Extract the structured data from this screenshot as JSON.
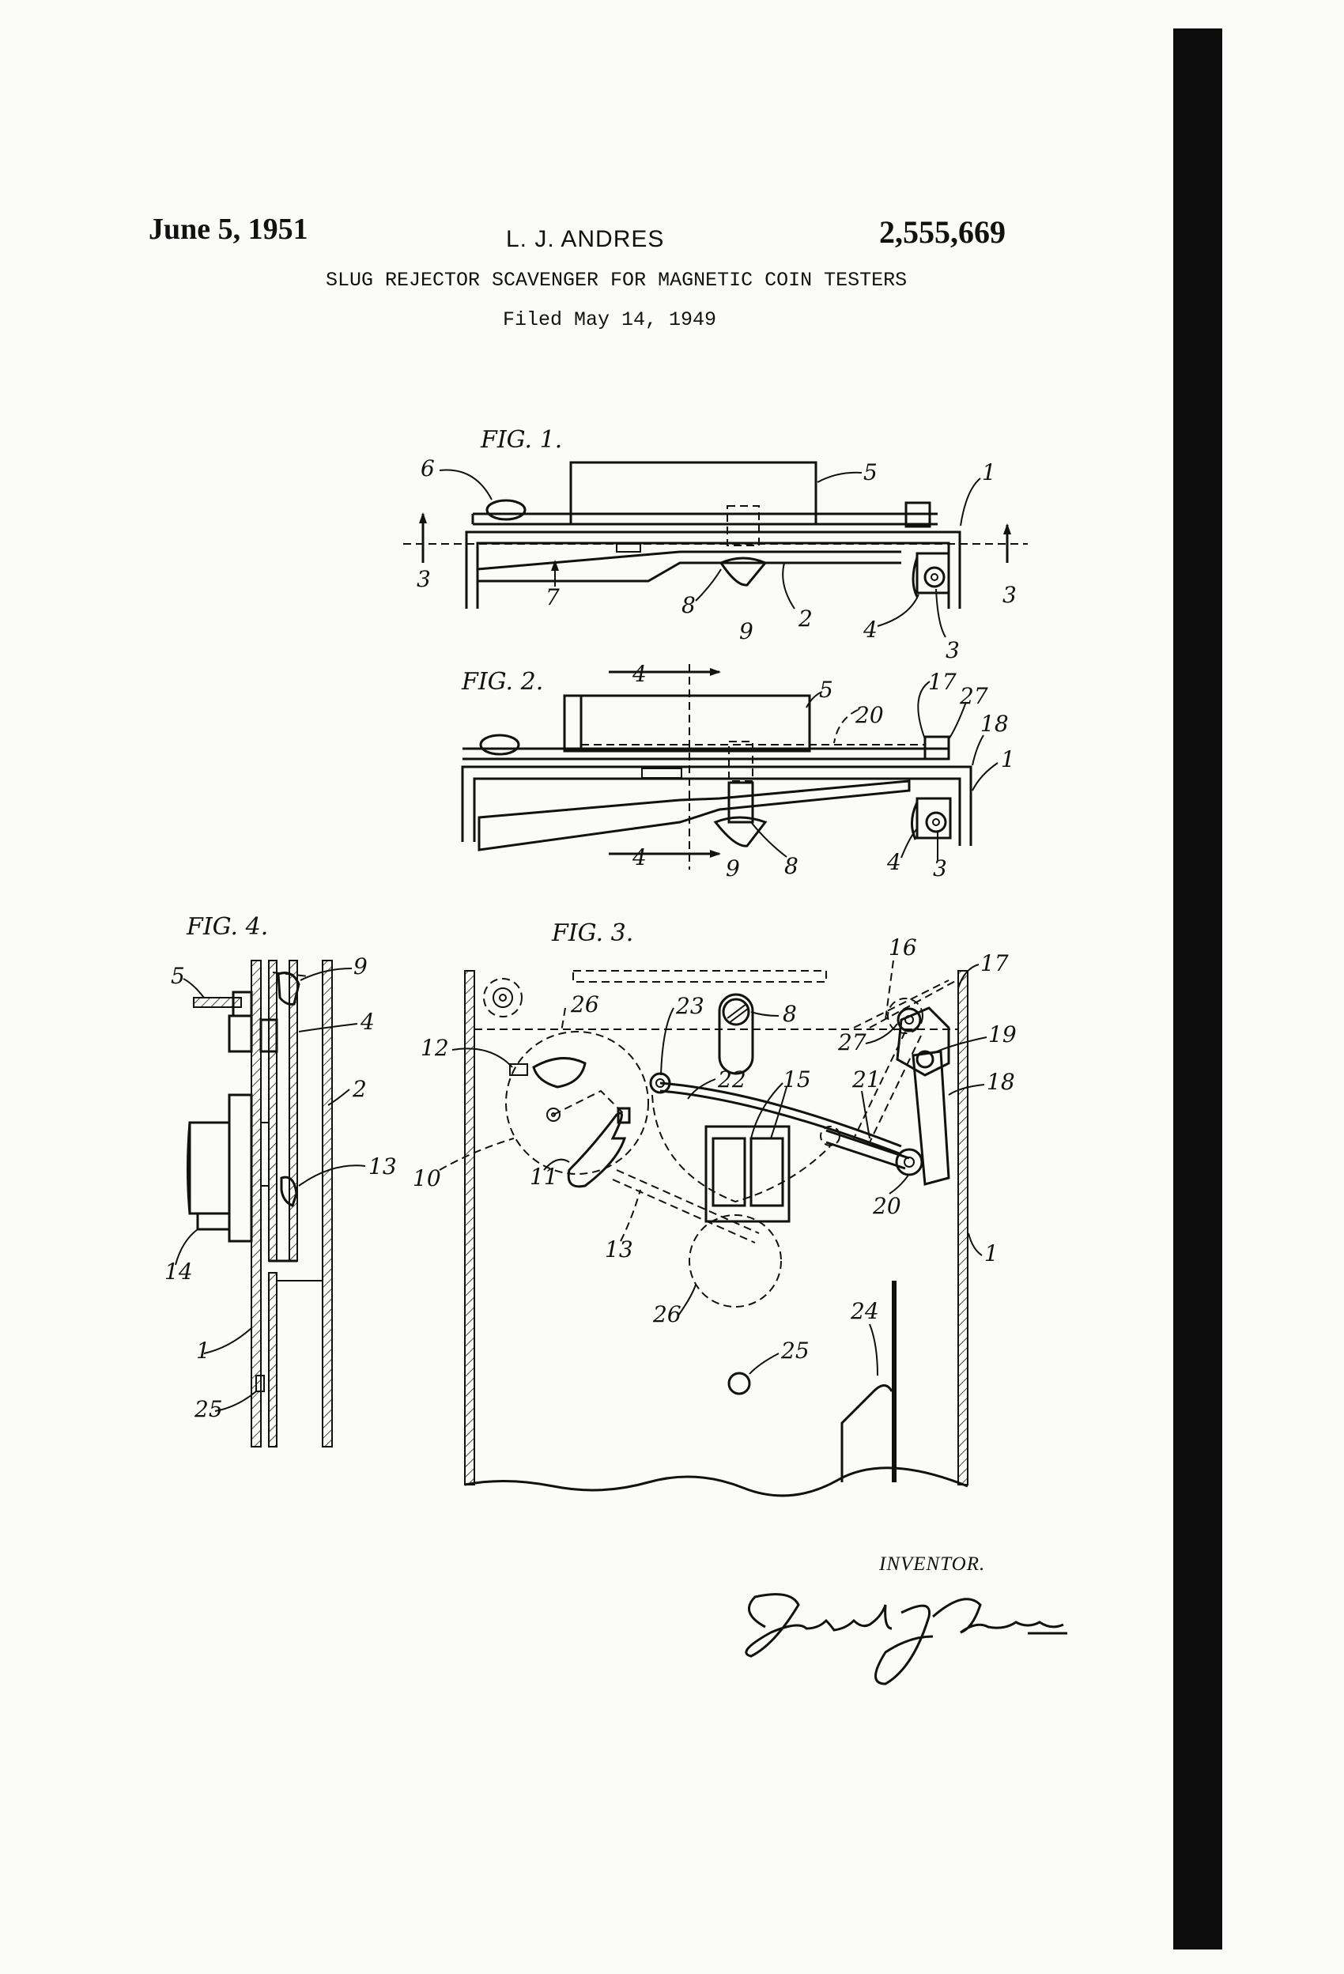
{
  "header": {
    "date": "June 5, 1951",
    "inventor_name": "L. J. ANDRES",
    "patent_number": "2,555,669",
    "title": "SLUG REJECTOR SCAVENGER FOR MAGNETIC COIN TESTERS",
    "filed": "Filed May 14, 1949"
  },
  "figures": {
    "fig1": {
      "label": "FIG. 1.",
      "refs": [
        "6",
        "5",
        "1",
        "3",
        "3",
        "7",
        "8",
        "9",
        "2",
        "4",
        "3"
      ]
    },
    "fig2": {
      "label": "FIG. 2.",
      "refs": [
        "4",
        "5",
        "17",
        "27",
        "20",
        "18",
        "1",
        "4",
        "9",
        "8",
        "4",
        "3"
      ]
    },
    "fig3": {
      "label": "FIG. 3.",
      "refs": [
        "16",
        "17",
        "26",
        "23",
        "8",
        "27",
        "19",
        "12",
        "22",
        "15",
        "21",
        "18",
        "10",
        "11",
        "20",
        "13",
        "1",
        "26",
        "24",
        "25"
      ]
    },
    "fig4": {
      "label": "FIG. 4.",
      "refs": [
        "5",
        "9",
        "4",
        "2",
        "13",
        "14",
        "1",
        "25"
      ]
    }
  },
  "footer": {
    "inventor_label": "INVENTOR.",
    "signature": "Lloyd J. Andres"
  }
}
